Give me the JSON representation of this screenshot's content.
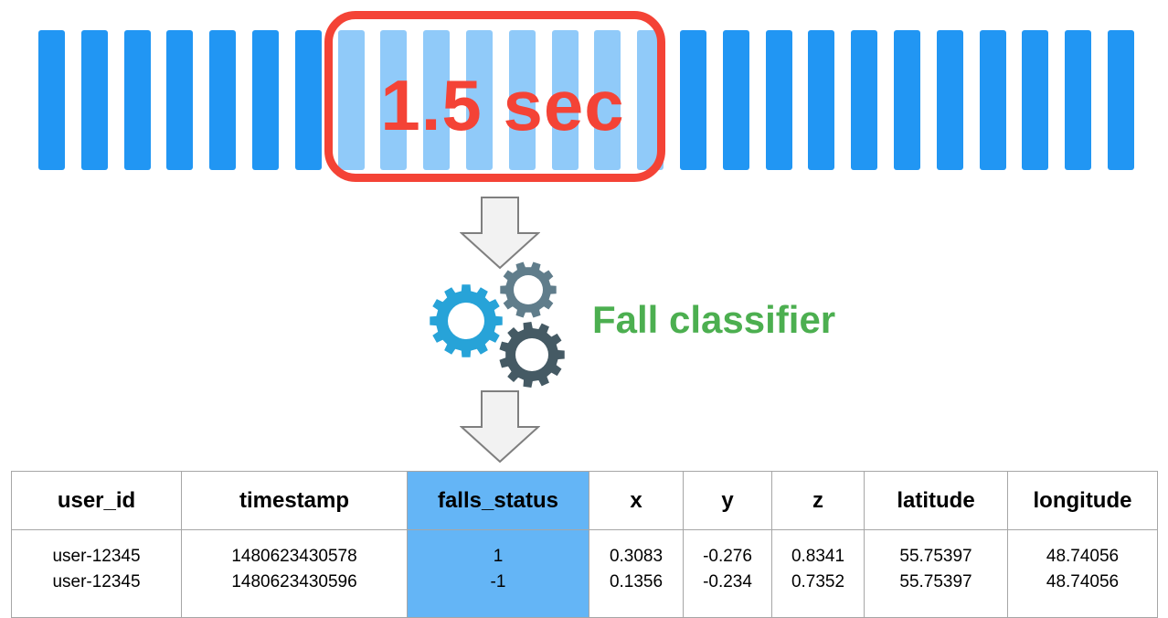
{
  "diagram": {
    "window_label": "1.5 sec",
    "classifier_label": "Fall classifier",
    "bar_count": 26,
    "highlighted_bars": [
      7,
      8,
      9,
      10,
      11,
      12,
      13,
      14
    ]
  },
  "colors": {
    "bar": "#2196f3",
    "bar_highlight": "#90caf9",
    "window": "#f44336",
    "arrow_fill": "#f2f2f2",
    "arrow_stroke": "#7f7f7f",
    "gear_blue": "#27a3d8",
    "gear_slate": "#607d8b",
    "gear_dark": "#455a64",
    "classifier_text": "#4caf50",
    "highlight_column": "#64b5f6"
  },
  "icons": {
    "arrows": "down-arrow-icon",
    "classifier": "gears-icon"
  },
  "table": {
    "columns": [
      "user_id",
      "timestamp",
      "falls_status",
      "x",
      "y",
      "z",
      "latitude",
      "longitude"
    ],
    "highlight_column": "falls_status",
    "rows": [
      [
        "user-12345",
        "1480623430578",
        "1",
        "0.3083",
        "-0.276",
        "0.8341",
        "55.75397",
        "48.74056"
      ],
      [
        "user-12345",
        "1480623430596",
        "-1",
        "0.1356",
        "-0.234",
        "0.7352",
        "55.75397",
        "48.74056"
      ]
    ]
  }
}
